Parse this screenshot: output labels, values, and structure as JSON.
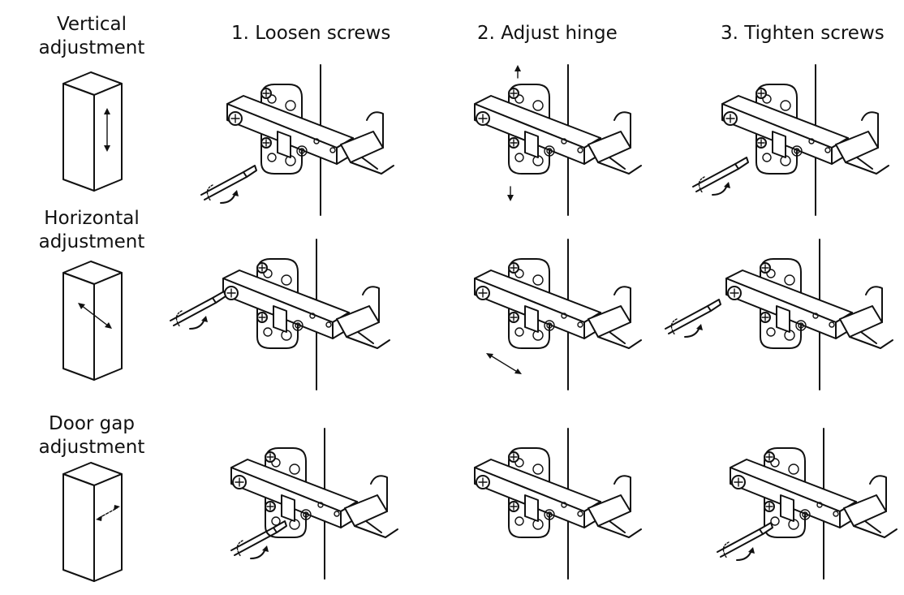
{
  "rows": [
    {
      "id": "vertical",
      "label_line1": "Vertical",
      "label_line2": "adjustment"
    },
    {
      "id": "horizontal",
      "label_line1": "Horizontal",
      "label_line2": "adjustment"
    },
    {
      "id": "door-gap",
      "label_line1": "Door gap",
      "label_line2": "adjustment"
    }
  ],
  "columns": [
    {
      "id": "loosen",
      "label": "1. Loosen screws"
    },
    {
      "id": "adjust",
      "label": "2. Adjust hinge"
    },
    {
      "id": "tighten",
      "label": "3. Tighten screws"
    }
  ],
  "colors": {
    "ink": "#111111",
    "background": "#ffffff"
  },
  "icons": [
    "cabinet-icon",
    "hinge-illustration",
    "screwdriver-icon",
    "rotation-arrow-icon",
    "double-arrow-icon"
  ]
}
